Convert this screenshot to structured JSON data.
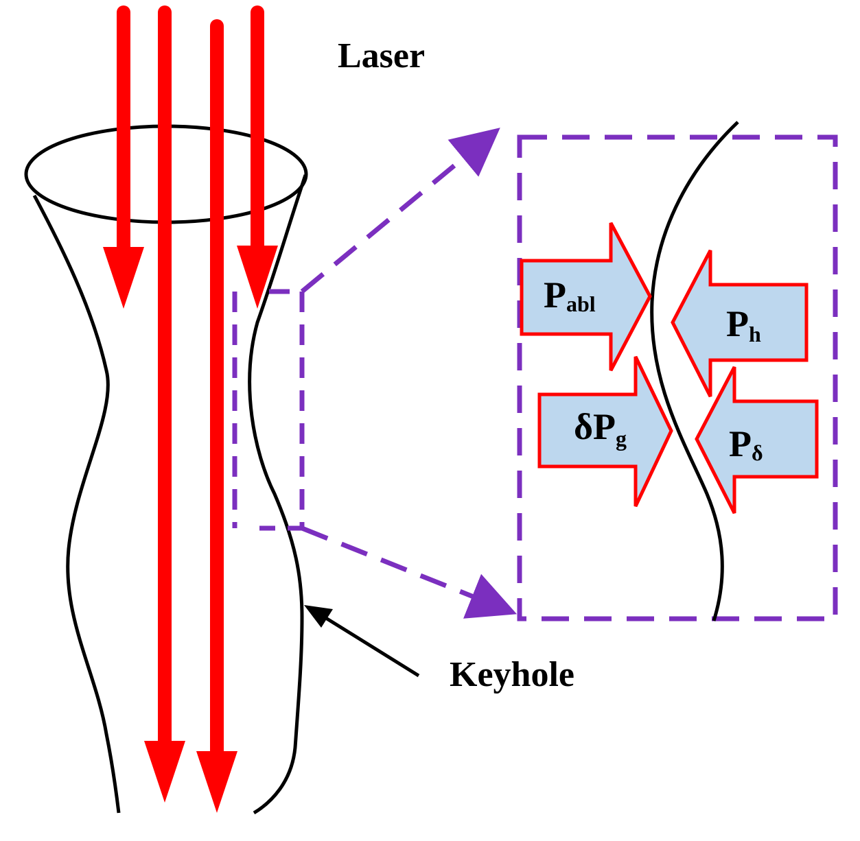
{
  "labels": {
    "laser": "Laser",
    "keyhole": "Keyhole"
  },
  "pressures": {
    "ablation": {
      "symbol": "P",
      "subscript": "abl"
    },
    "hydrostatic": {
      "symbol": "P",
      "subscript": "h"
    },
    "gas": {
      "symbol": "δP",
      "subscript": "g"
    },
    "surface_tension": {
      "symbol": "P",
      "subscript": "δ"
    }
  },
  "colors": {
    "laser_arrow": "#ff0000",
    "zoom_frame": "#7b2fbf",
    "pressure_fill": "#bdd7ee",
    "pressure_outline": "#ff0000",
    "keyhole_wall": "#000000"
  }
}
